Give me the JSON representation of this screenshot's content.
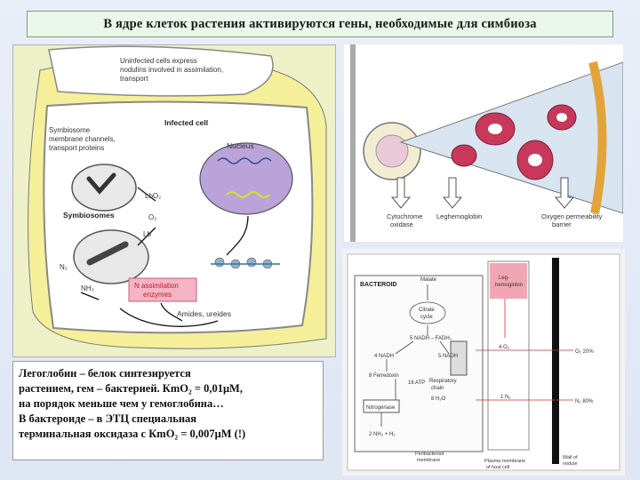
{
  "title": "В ядре клеток растения активируются гены, необходимые для симбиоза",
  "cell_figure": {
    "uninfected_note": [
      "Uninfected cells express",
      "nodulins involved in assimilation,",
      "transport"
    ],
    "infected_cell": "Infected cell",
    "symbiosome_channels": [
      "Symbiosome",
      "membrane channels,",
      "transport proteins"
    ],
    "nucleus": "Nucleus",
    "lbo2": "LbO₂",
    "o2": "O₂",
    "lb": "Lb",
    "symbiosomes": "Symbiosomes",
    "n2": "N₂",
    "nh3": "NH₃",
    "assimilation_enzymes": [
      "N assimilation",
      "enzymes"
    ],
    "amides": "Amides, ureides"
  },
  "nodule_figure": {
    "label_1": [
      "Cytochrome",
      "oxidase"
    ],
    "label_2": "Leghemoglobin",
    "label_3": [
      "Oxygen permeability",
      "barrier"
    ]
  },
  "bacteroid_figure": {
    "bacteroid": "BACTEROID",
    "malate": "Malate",
    "citrate_cycle": [
      "Citrate",
      "cycle"
    ],
    "nadh_fadh": "5 NADH – FADH₂",
    "nadh_left": "4 NADH",
    "nadh_right": "5 NADH",
    "ferredoxin": "8 Ferredoxin",
    "atp": "16 ATP",
    "respiratory_chain": [
      "Respiratory",
      "chain"
    ],
    "h2o": "8 H₂O",
    "nitrogenase": "Nitrogenase",
    "nh3_h2": "2 NH₃ + H₂",
    "peribacteroid": [
      "Peribacteroid",
      "membrane"
    ],
    "plasma_membrane": [
      "Plasma membrane",
      "of host cell"
    ],
    "leghemoglobin": [
      "Leg-",
      "hemoglobin"
    ],
    "o2_flux": "4 O₂",
    "n2_flux": "1 N₂",
    "o2_pct": "O₂  20%",
    "n2_pct": "N₂  80%",
    "wall": [
      "Wall of",
      "nodule"
    ]
  },
  "text_box": {
    "line1": "Легоглобин – белок синтезируется",
    "line2": "растением, гем – бактерией.  КmO₂ = 0,01μМ,",
    "line3": "на порядок меньше чем у гемоглобина…",
    "line4": "В бактероиде – в ЭТЦ  специальная",
    "line5": "терминальная оксидаза с КmO₂ = 0,007μМ (!)"
  },
  "colors": {
    "cell_wall": "#f0e68c",
    "nucleus": "#b9a3d9",
    "enzymes": "#f4b4c4",
    "leghemoglobin": "#f2a6b4",
    "title_bg": "#eaf7ea"
  }
}
